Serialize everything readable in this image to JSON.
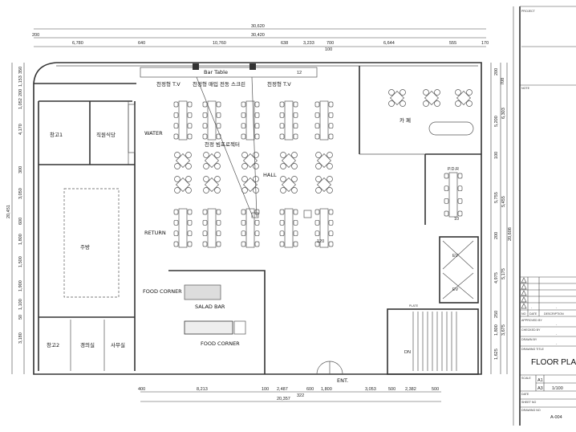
{
  "title_block": {
    "project_label": "PROJECT",
    "note_label": "NOTE",
    "rev_no": "NO",
    "rev_date": "DATE",
    "rev_desc": "DESCRIPTION",
    "rev_dash": "-",
    "approved_by": "APPROVED BY",
    "checked_by": "CHECKED BY",
    "drawn_by": "DRAWN BY",
    "drawing_title_label": "DRAWING TITLE",
    "drawing_title": "FLOOR PLAN",
    "scale_label": "SCALE",
    "size_a1": "A1",
    "size_a3": "A3",
    "scale_value": "1/100",
    "date_label": "DATE",
    "sheet_no_label": "SHEET NO",
    "drawing_no_label": "DRAWING NO",
    "drawing_no": "A-004"
  },
  "dimensions": {
    "top_total": "30,620",
    "top_inner": "30,420",
    "top_left_offset": "200",
    "top_segments": [
      "6,780",
      "640",
      "10,760",
      "638",
      "3,233",
      "700",
      "100",
      "6,644",
      "555",
      "170"
    ],
    "left_total": "20,451",
    "left_segments": [
      "350",
      "1,153",
      "200",
      "1,052",
      "4,170",
      "300",
      "3,050",
      "600",
      "1,800",
      "1,500",
      "1,900",
      "1,100",
      "50",
      "3,180"
    ],
    "right_total": "20,608",
    "right_segments": [
      "200",
      "708",
      "5,200",
      "6,303",
      "100",
      "5,755",
      "5,455",
      "200",
      "4,975",
      "5,175",
      "250",
      "1,800",
      "3,675",
      "1,625"
    ],
    "bottom_total": "20,357",
    "bottom_segments": [
      "400",
      "8,213",
      "100",
      "2,487",
      "600",
      "322",
      "1,800",
      "3,053",
      "500",
      "2,382",
      "500"
    ]
  },
  "rooms": {
    "bar_table": "Bar Table",
    "bar_count": "12",
    "tv_left": "천정형 T.V",
    "screen": "천정형 매입 전동 스크린",
    "tv_right": "천정형 T.V",
    "projector": "천정 빔프로젝터",
    "water": "WATER",
    "hall": "HALL",
    "return": "RETURN",
    "storage1": "창고1",
    "staff_dining": "직원식당",
    "kitchen": "주방",
    "cafe": "카 페",
    "pdr": "P.D.R",
    "pdr_count": "10",
    "hall_count": "120",
    "ev1": "EV",
    "ev2": "EV",
    "plate": "PLATE",
    "dn": "DN",
    "food_corner_left": "FOOD CORNER",
    "salad_bar": "SALAD BAR",
    "food_corner": "FOOD CORNER",
    "storage2": "창고2",
    "locker": "갱의실",
    "office": "사무실",
    "entrance": "ENT."
  }
}
